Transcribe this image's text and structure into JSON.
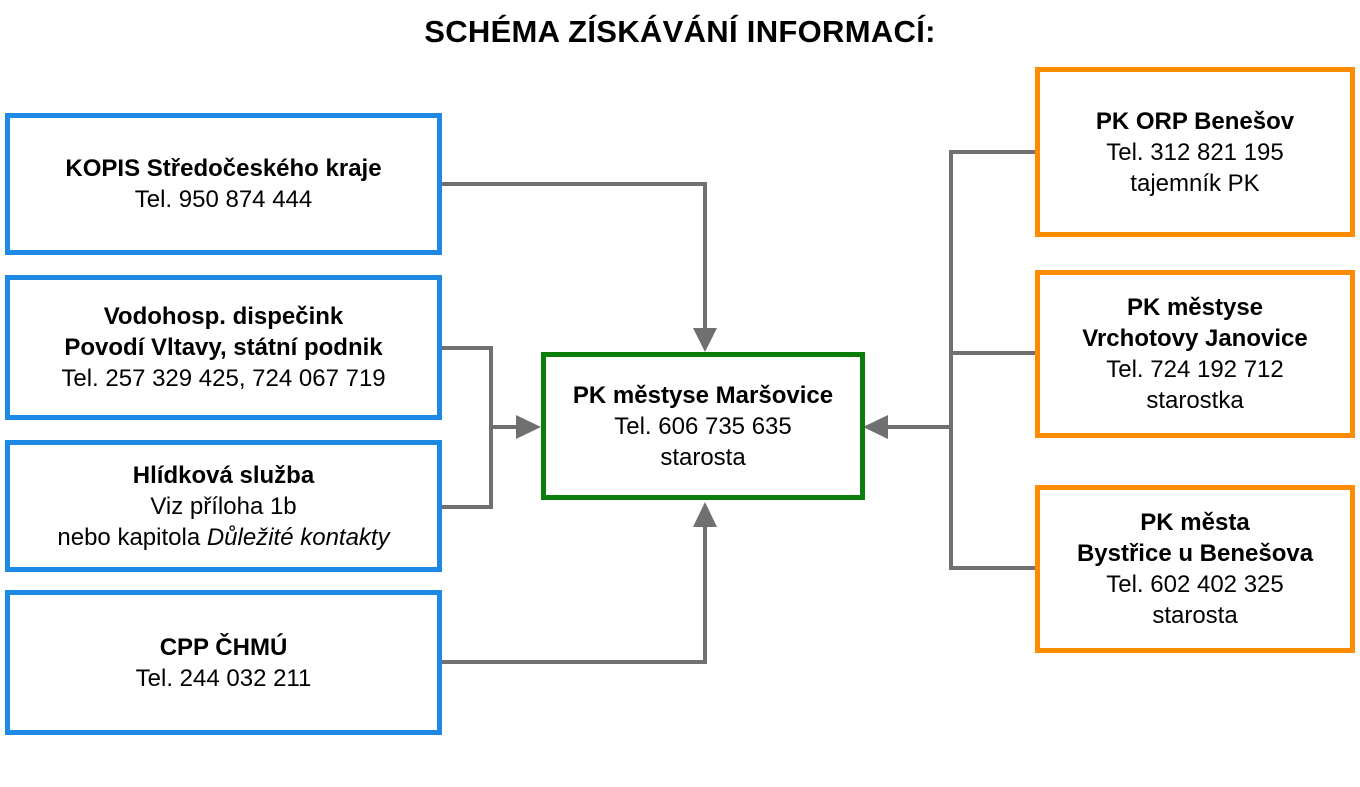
{
  "title": "SCHÉMA ZÍSKÁVÁNÍ INFORMACÍ:",
  "colors": {
    "blue": "#1E88E5",
    "orange": "#FF8C00",
    "green": "#0A7D0A",
    "connector": "#707070"
  },
  "center": {
    "name": "PK městyse Maršovice",
    "phone": "Tel. 606 735 635",
    "role": "starosta"
  },
  "left": [
    {
      "name": "KOPIS Středočeského kraje",
      "phone": "Tel. 950 874 444"
    },
    {
      "name_line1": "Vodohosp. dispečink",
      "name_line2": "Povodí Vltavy, státní podnik",
      "phone": "Tel. 257 329 425, 724 067 719"
    },
    {
      "name": "Hlídková služba",
      "line2": "Viz příloha 1b",
      "line3_prefix": "nebo kapitola ",
      "line3_italic": "Důležité kontakty"
    },
    {
      "name": "CPP ČHMÚ",
      "phone": "Tel. 244 032 211"
    }
  ],
  "right": [
    {
      "name": "PK ORP Benešov",
      "phone": "Tel. 312 821 195",
      "role": "tajemník PK"
    },
    {
      "name_line1": "PK městyse",
      "name_line2": "Vrchotovy Janovice",
      "phone": "Tel. 724 192 712",
      "role": "starostka"
    },
    {
      "name_line1": "PK města",
      "name_line2": "Bystřice u Benešova",
      "phone": "Tel. 602 402 325",
      "role": "starosta"
    }
  ]
}
